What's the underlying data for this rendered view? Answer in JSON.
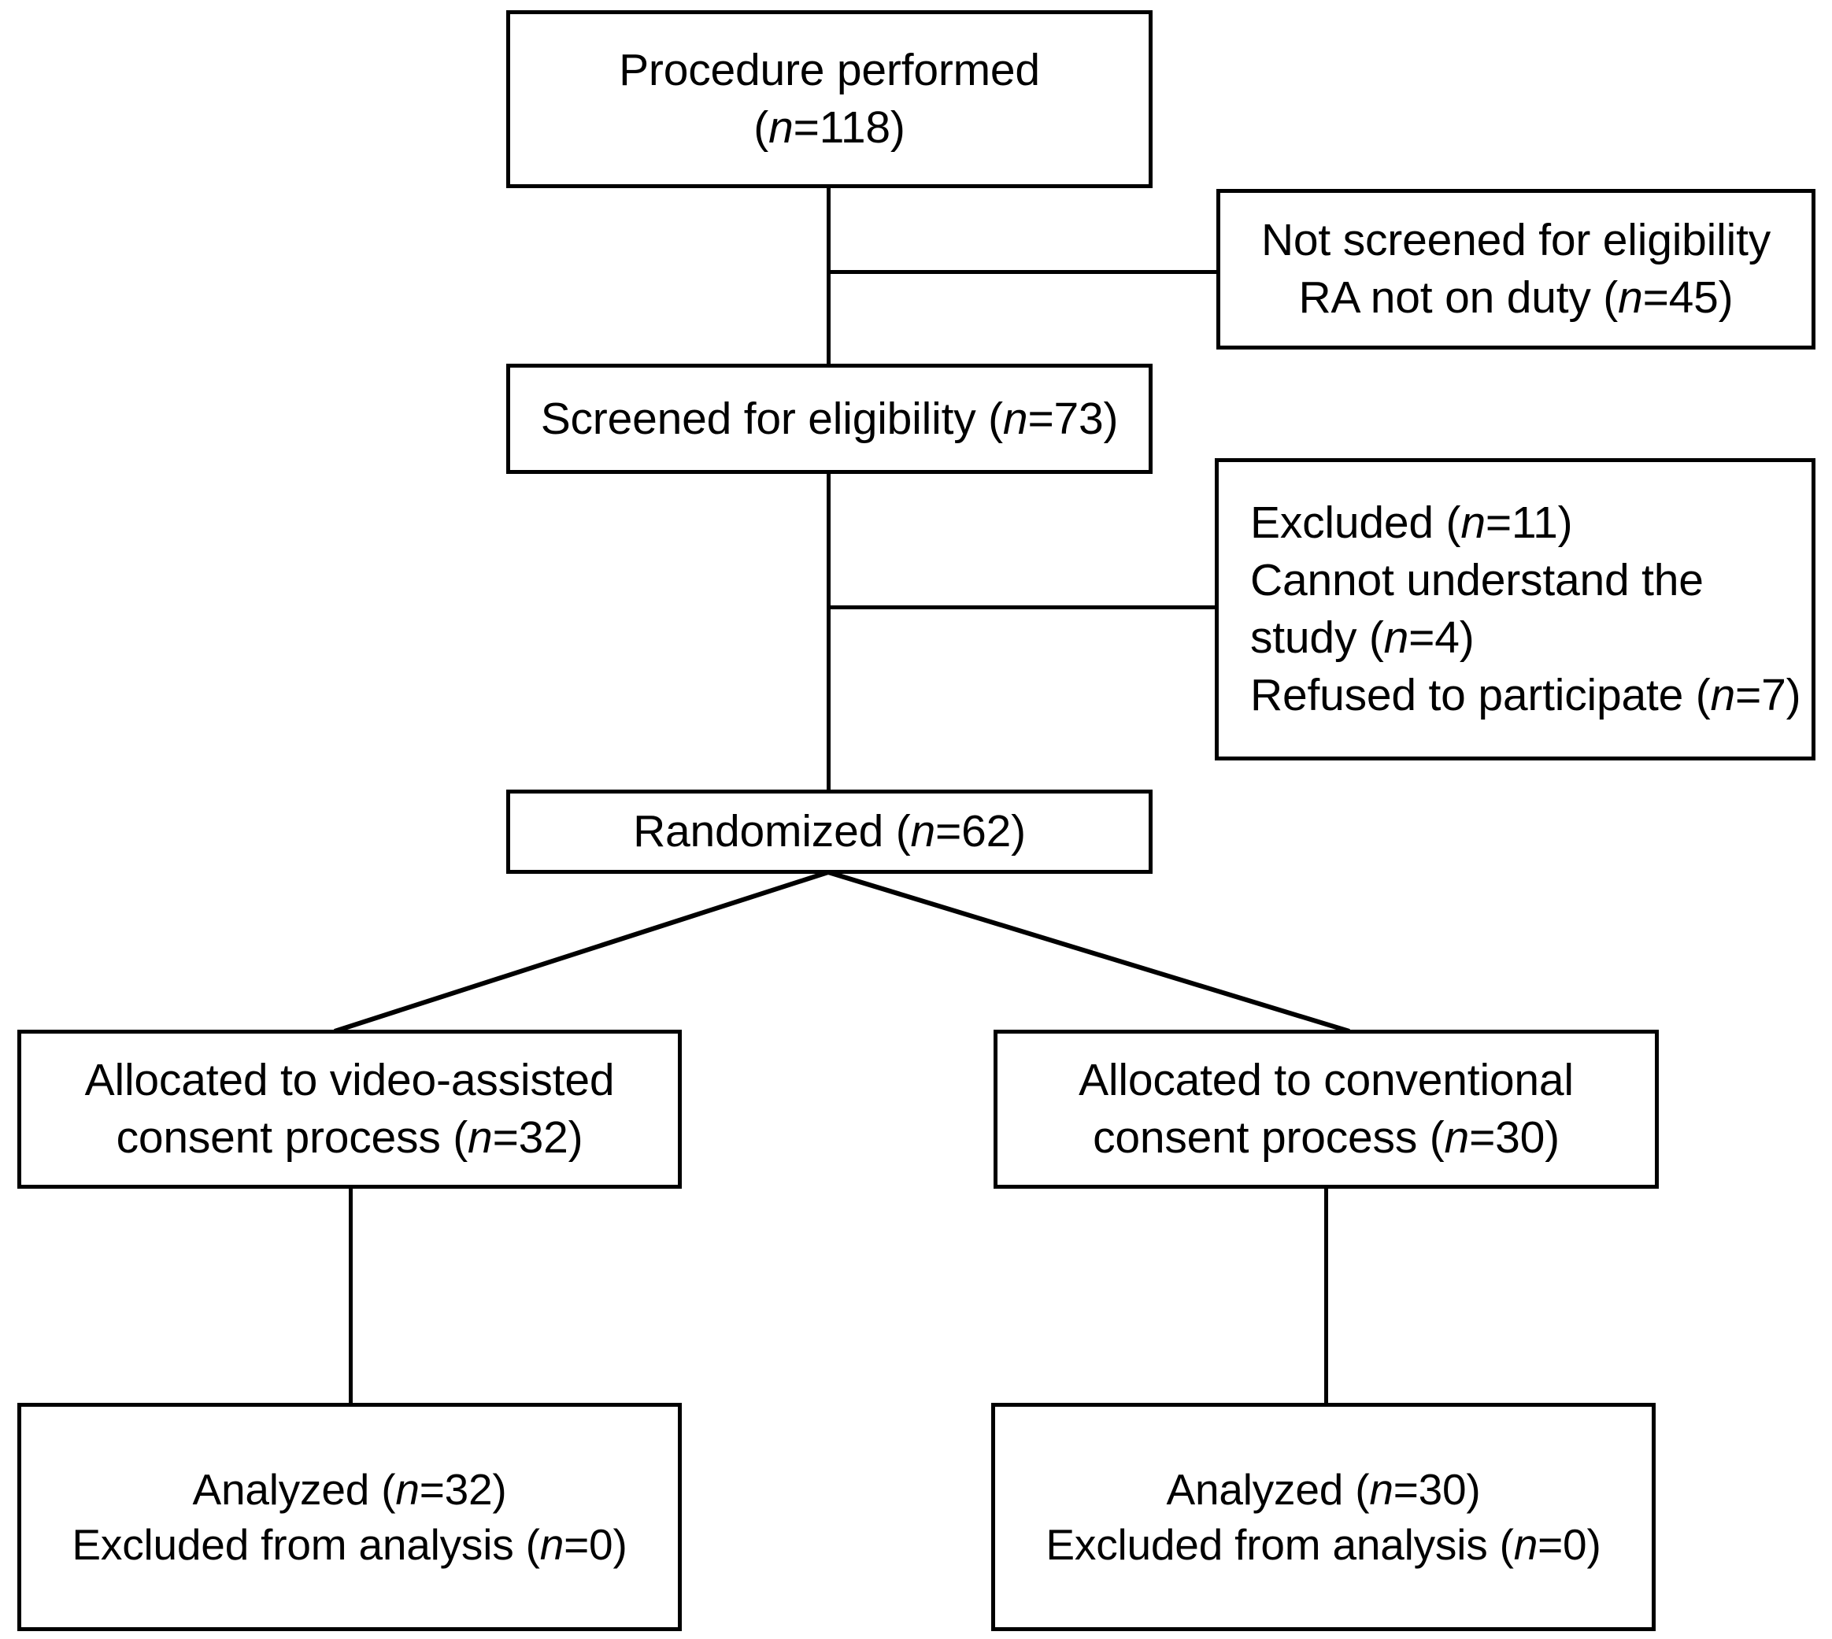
{
  "diagram": {
    "title": "CONSORT participant flow diagram",
    "type": "flowchart",
    "colors": {
      "border": "#000000",
      "background": "#ffffff",
      "text": "#000000"
    }
  },
  "nodes": {
    "procedure": {
      "name": "Procedure performed",
      "line1": "Procedure performed",
      "line2_prefix": "(",
      "line2_italic": "n",
      "line2_suffix": "=118)",
      "n": 118
    },
    "not_screened": {
      "name": "Not screened for eligibility",
      "line1": "Not screened for eligibility",
      "line2_prefix": "RA not on duty (",
      "line2_italic": "n",
      "line2_suffix": "=45)",
      "n": 45
    },
    "screened": {
      "name": "Screened for eligibility",
      "line1_prefix": "Screened for eligibility (",
      "line1_italic": "n",
      "line1_suffix": "=73)",
      "n": 73
    },
    "excluded": {
      "name": "Excluded",
      "line1_prefix": "Excluded (",
      "line1_italic": "n",
      "line1_suffix": "=11)",
      "n": 11,
      "line2": "Cannot understand the",
      "line3_prefix": "study (",
      "line3_italic": "n",
      "line3_suffix": "=4)",
      "n_cannot_understand": 4,
      "line4_prefix": "Refused to participate (",
      "line4_italic": "n",
      "line4_suffix": "=7)",
      "n_refused": 7
    },
    "randomized": {
      "name": "Randomized",
      "line1_prefix": "Randomized (",
      "line1_italic": "n",
      "line1_suffix": "=62)",
      "n": 62
    },
    "alloc_video": {
      "name": "Allocated to video-assisted consent process",
      "line1": "Allocated to video-assisted",
      "line2_prefix": "consent process (",
      "line2_italic": "n",
      "line2_suffix": "=32)",
      "n": 32
    },
    "alloc_conventional": {
      "name": "Allocated to conventional consent process",
      "line1": "Allocated to conventional",
      "line2_prefix": "consent process (",
      "line2_italic": "n",
      "line2_suffix": "=30)",
      "n": 30
    },
    "analyzed_video": {
      "name": "Analyzed video-assisted arm",
      "line1_prefix": "Analyzed (",
      "line1_italic": "n",
      "line1_suffix": "=32)",
      "n_analyzed": 32,
      "line2_prefix": "Excluded from analysis (",
      "line2_italic": "n",
      "line2_suffix": "=0)",
      "n_excluded": 0
    },
    "analyzed_conventional": {
      "name": "Analyzed conventional arm",
      "line1_prefix": "Analyzed (",
      "line1_italic": "n",
      "line1_suffix": "=30)",
      "n_analyzed": 30,
      "line2_prefix": "Excluded from analysis (",
      "line2_italic": "n",
      "line2_suffix": "=0)",
      "n_excluded": 0
    }
  },
  "chart_data": {
    "type": "flowchart",
    "title": "CONSORT participant flow diagram",
    "stages": [
      {
        "label": "Procedure performed",
        "n": 118
      },
      {
        "label": "Not screened for eligibility — RA not on duty",
        "n": 45
      },
      {
        "label": "Screened for eligibility",
        "n": 73
      },
      {
        "label": "Excluded",
        "n": 11
      },
      {
        "label": "Excluded — Cannot understand the study",
        "n": 4
      },
      {
        "label": "Excluded — Refused to participate",
        "n": 7
      },
      {
        "label": "Randomized",
        "n": 62
      },
      {
        "label": "Allocated to video-assisted consent process",
        "n": 32
      },
      {
        "label": "Allocated to conventional consent process",
        "n": 30
      },
      {
        "label": "Analyzed (video-assisted)",
        "n": 32
      },
      {
        "label": "Excluded from analysis (video-assisted)",
        "n": 0
      },
      {
        "label": "Analyzed (conventional)",
        "n": 30
      },
      {
        "label": "Excluded from analysis (conventional)",
        "n": 0
      }
    ],
    "edges": [
      {
        "from": "Procedure performed",
        "to": "Screened for eligibility"
      },
      {
        "from": "Procedure performed",
        "to": "Not screened for eligibility"
      },
      {
        "from": "Screened for eligibility",
        "to": "Randomized"
      },
      {
        "from": "Screened for eligibility",
        "to": "Excluded"
      },
      {
        "from": "Randomized",
        "to": "Allocated to video-assisted consent process"
      },
      {
        "from": "Randomized",
        "to": "Allocated to conventional consent process"
      },
      {
        "from": "Allocated to video-assisted consent process",
        "to": "Analyzed (video-assisted)"
      },
      {
        "from": "Allocated to conventional consent process",
        "to": "Analyzed (conventional)"
      }
    ]
  }
}
